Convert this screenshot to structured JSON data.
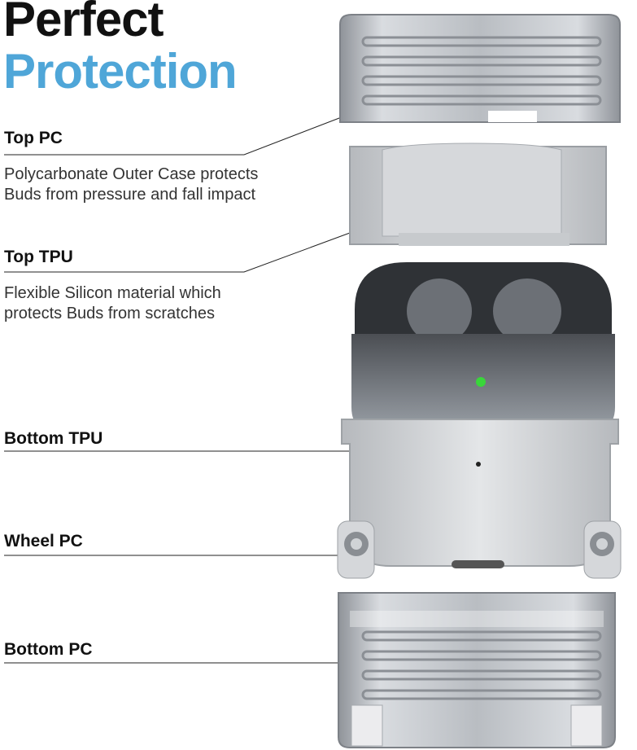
{
  "heading": {
    "line1": "Perfect",
    "line2": "Protection"
  },
  "colors": {
    "accent": "#4fa6d8",
    "text": "#111111",
    "led": "#39d63a"
  },
  "parts": [
    {
      "label": "Top PC",
      "description": "Polycarbonate Outer Case protects Buds from pressure and fall impact"
    },
    {
      "label": "Top TPU",
      "description": "Flexible Silicon material which protects Buds from scratches"
    },
    {
      "label": "Bottom TPU",
      "description": ""
    },
    {
      "label": "Wheel PC",
      "description": ""
    },
    {
      "label": "Bottom PC",
      "description": ""
    }
  ]
}
